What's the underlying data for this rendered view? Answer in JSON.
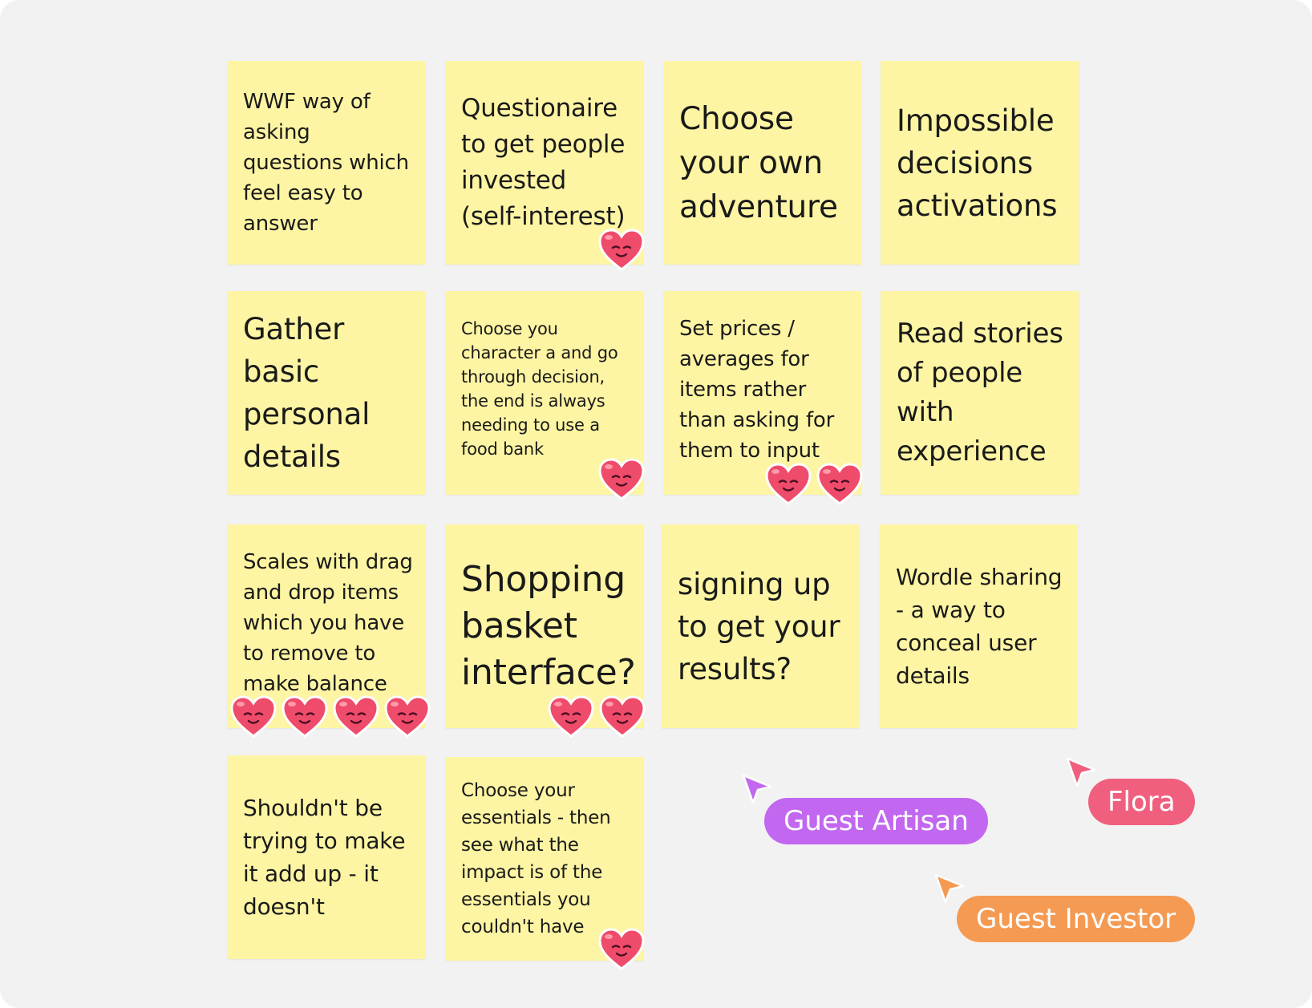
{
  "board": {
    "stickies": [
      {
        "text": "WWF way of asking questions which feel easy to answer",
        "reactions": 0
      },
      {
        "text": "Questionaire to get people invested (self-interest)",
        "reactions": 1
      },
      {
        "text": "Choose your own adventure",
        "reactions": 0
      },
      {
        "text": "Impossible decisions activations",
        "reactions": 0
      },
      {
        "text": "Gather basic personal details",
        "reactions": 0
      },
      {
        "text": "Choose you character a and go through decision, the end is always needing to use a food bank",
        "reactions": 1
      },
      {
        "text": "Set prices / averages for items rather than asking for them to input",
        "reactions": 2
      },
      {
        "text": "Read stories of people with experience",
        "reactions": 0
      },
      {
        "text": "Scales with drag and drop items which you have to remove to make balance",
        "reactions": 4
      },
      {
        "text": "Shopping basket interface?",
        "reactions": 2
      },
      {
        "text": "signing up to get your results?",
        "reactions": 0
      },
      {
        "text": "Wordle sharing - a way to conceal user details",
        "reactions": 0
      },
      {
        "text": "Shouldn't be trying to make it add up - it doesn't",
        "reactions": 0
      },
      {
        "text": "Choose your essentials - then see what the impact is of the essentials you couldn't have",
        "reactions": 1
      }
    ],
    "reaction_icon": "heart-face-icon"
  },
  "collaborators": [
    {
      "name": "Guest Artisan",
      "color": "#c267ef",
      "icon": "cursor-arrow-icon"
    },
    {
      "name": "Flora",
      "color": "#f0607e",
      "icon": "cursor-arrow-icon"
    },
    {
      "name": "Guest Investor",
      "color": "#f59a52",
      "icon": "cursor-arrow-icon"
    }
  ],
  "colors": {
    "sticky": "#fdf5a3",
    "canvas": "#f2f2f2",
    "heart": "#ef4b6b"
  }
}
